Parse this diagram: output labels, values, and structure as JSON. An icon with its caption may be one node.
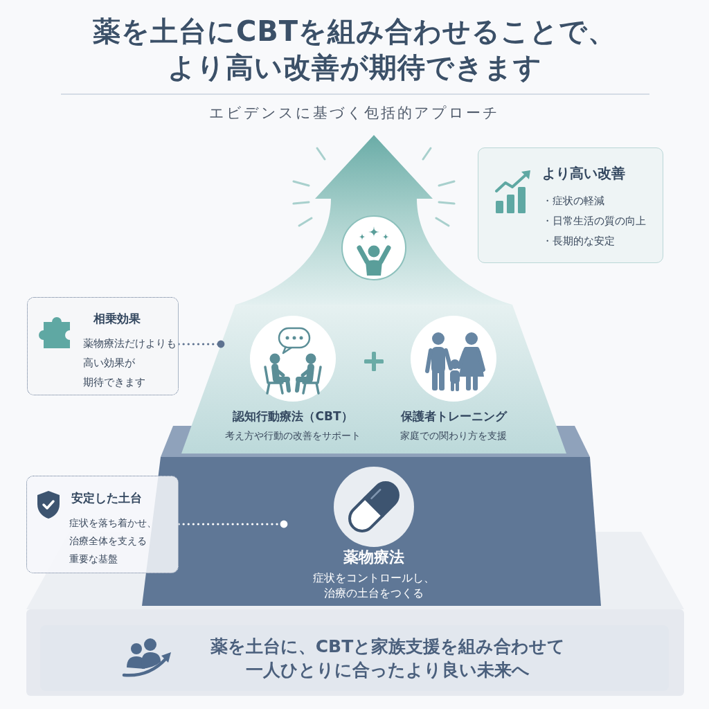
{
  "diagram": {
    "title": "薬を土台にCBTを組み合わせることで、より高い改善が期待できます",
    "nodes": [
      {
        "text": [
          "より高い改善",
          "・症状の軽減",
          "・日常生活の質の向上",
          "・長期的な安定"
        ]
      },
      {
        "text": [
          "相乗効果",
          "薬物療法だけよりも高い効果が期待できます"
        ]
      },
      {
        "text": [],
        "shape": "trapezoid"
      },
      {
        "text": [
          "認知行動療法（CBT）",
          "考え方や行動の改善をサポート"
        ],
        "in": 2
      },
      {
        "text": [
          "保護者トレーニング",
          "家庭での関わり方を支援"
        ],
        "in": 2
      },
      {
        "text": [
          "安定した土台",
          "症状を落ち着かせ、治療全体を支える重要な基盤"
        ]
      },
      {
        "text": [
          "薬物療法",
          "症状をコントロールし、治療の土台をつくる"
        ]
      },
      {
        "text": [
          "薬を土台に、CBTと家族支援を組み合わせて一人ひとりに合ったより良い未来へ"
        ]
      }
    ],
    "edges": [
      {
        "from": 2,
        "to": null,
        "arrow": "to"
      },
      {
        "from": 1,
        "to": 2,
        "arrow": "other"
      },
      {
        "from": 5,
        "to": 6,
        "arrow": "other",
        "color": "#ffffff"
      }
    ],
    "labels": [
      "エビデンスに基づく包括的アプローチ"
    ]
  }
}
